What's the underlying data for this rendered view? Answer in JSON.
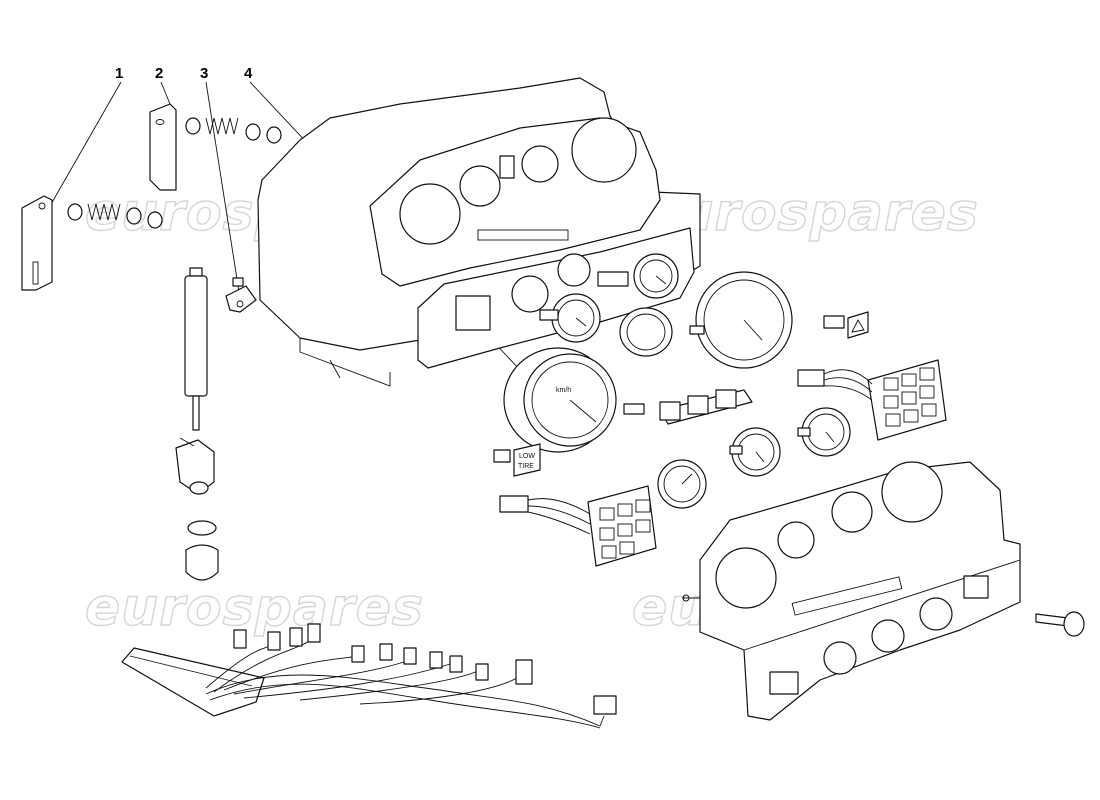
{
  "watermark": "eurospares",
  "callouts": [
    "1",
    "2",
    "3",
    "4"
  ],
  "panel_labels": {
    "low_tire_top": "LOW",
    "low_tire_bottom": "TIRE"
  }
}
